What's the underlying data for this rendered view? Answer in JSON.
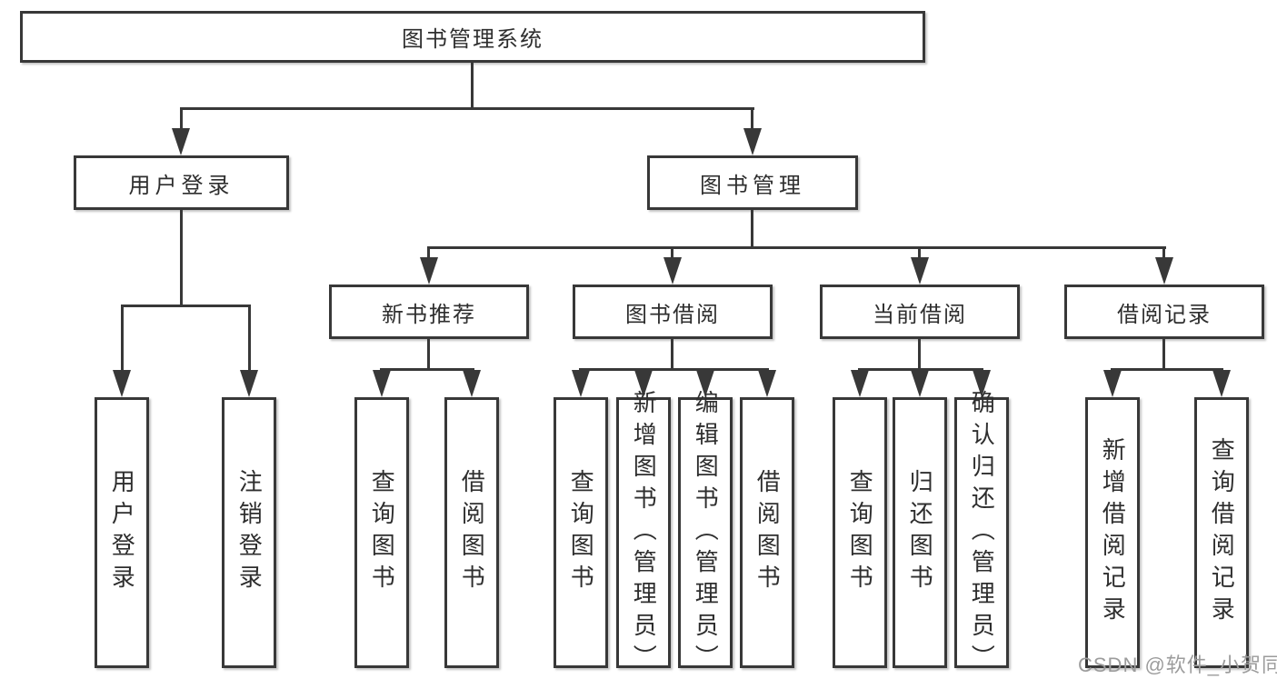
{
  "colors": {
    "line": "#383838",
    "text": "#2e2e2e",
    "bg": "#ffffff",
    "watermark": "#9c9c9c"
  },
  "tree": {
    "root": {
      "label": "图书管理系统"
    },
    "branches": [
      {
        "label": "用户登录",
        "children": [
          {
            "label": "用户登录"
          },
          {
            "label": "注销登录"
          }
        ]
      },
      {
        "label": "图书管理",
        "children": [
          {
            "label": "新书推荐",
            "children": [
              {
                "label": "查询图书"
              },
              {
                "label": "借阅图书"
              }
            ]
          },
          {
            "label": "图书借阅",
            "children": [
              {
                "label": "查询图书"
              },
              {
                "label": "新增图书（管理员）"
              },
              {
                "label": "编辑图书（管理员）"
              },
              {
                "label": "借阅图书"
              }
            ]
          },
          {
            "label": "当前借阅",
            "children": [
              {
                "label": "查询图书"
              },
              {
                "label": "归还图书"
              },
              {
                "label": "确认归还（管理员）"
              }
            ]
          },
          {
            "label": "借阅记录",
            "children": [
              {
                "label": "新增借阅记录"
              },
              {
                "label": "查询借阅记录"
              }
            ]
          }
        ]
      }
    ]
  },
  "watermark": "CSDN @软件_小贺同学"
}
